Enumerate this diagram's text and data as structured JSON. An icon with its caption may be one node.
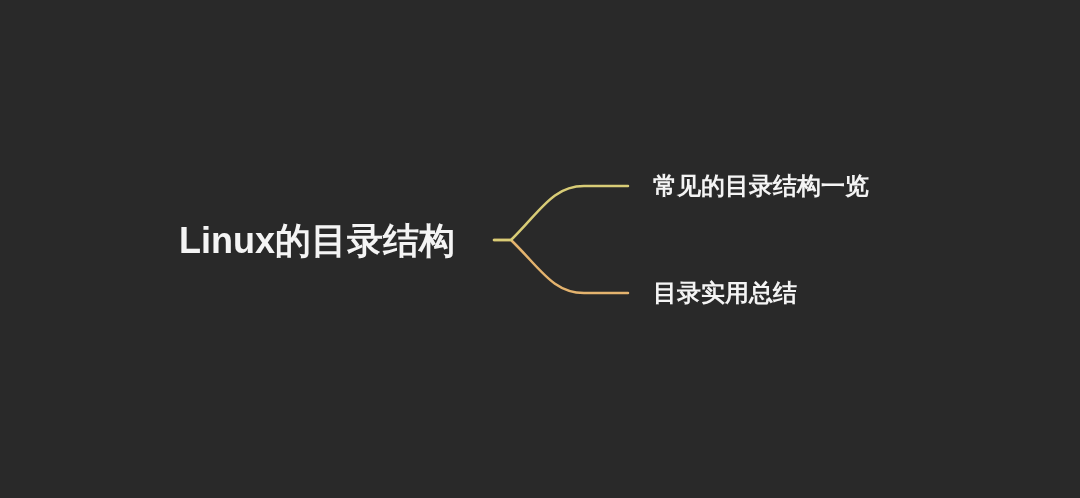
{
  "diagram": {
    "nodes": [
      {
        "text": [
          "Linux的目录结构"
        ]
      },
      {
        "text": [
          "常见的目录结构一览"
        ]
      },
      {
        "text": [
          "目录实用总结"
        ]
      }
    ],
    "edges": [
      {
        "from": 0,
        "to": 1,
        "arrow": "none",
        "color": "#d8cc76"
      },
      {
        "from": 0,
        "to": 2,
        "arrow": "none",
        "color": "#e4b36e"
      }
    ]
  }
}
